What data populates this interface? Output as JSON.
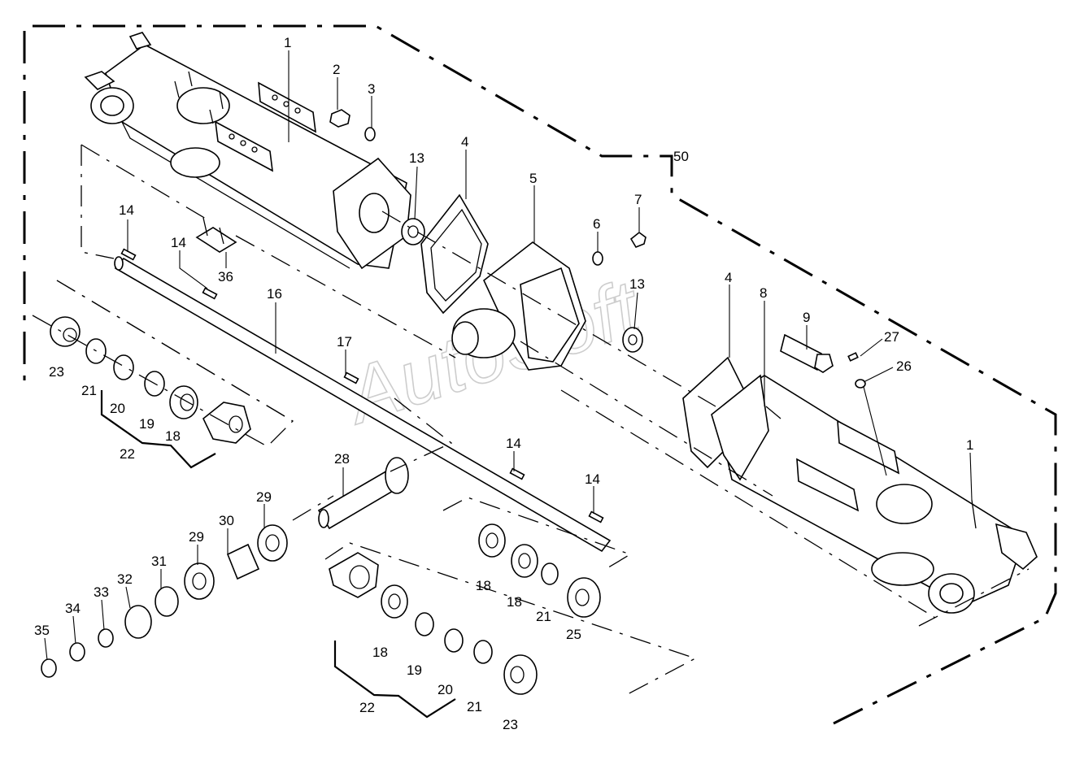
{
  "watermark": "AutoSoft",
  "callouts": [
    {
      "id": "c1a",
      "text": "1"
    },
    {
      "id": "c2",
      "text": "2"
    },
    {
      "id": "c3",
      "text": "3"
    },
    {
      "id": "c50",
      "text": "50"
    },
    {
      "id": "c13a",
      "text": "13"
    },
    {
      "id": "c4a",
      "text": "4"
    },
    {
      "id": "c5",
      "text": "5"
    },
    {
      "id": "c7",
      "text": "7"
    },
    {
      "id": "c6",
      "text": "6"
    },
    {
      "id": "c14a",
      "text": "14"
    },
    {
      "id": "c14b",
      "text": "14"
    },
    {
      "id": "c36",
      "text": "36"
    },
    {
      "id": "c16",
      "text": "16"
    },
    {
      "id": "c13b",
      "text": "13"
    },
    {
      "id": "c4b",
      "text": "4"
    },
    {
      "id": "c8",
      "text": "8"
    },
    {
      "id": "c9",
      "text": "9"
    },
    {
      "id": "c27",
      "text": "27"
    },
    {
      "id": "c26",
      "text": "26"
    },
    {
      "id": "c17",
      "text": "17"
    },
    {
      "id": "c23a",
      "text": "23"
    },
    {
      "id": "c21a",
      "text": "21"
    },
    {
      "id": "c20a",
      "text": "20"
    },
    {
      "id": "c19a",
      "text": "19"
    },
    {
      "id": "c18a",
      "text": "18"
    },
    {
      "id": "c22a",
      "text": "22"
    },
    {
      "id": "c1b",
      "text": "1"
    },
    {
      "id": "c14c",
      "text": "14"
    },
    {
      "id": "c14d",
      "text": "14"
    },
    {
      "id": "c28",
      "text": "28"
    },
    {
      "id": "c29a",
      "text": "29"
    },
    {
      "id": "c30",
      "text": "30"
    },
    {
      "id": "c29b",
      "text": "29"
    },
    {
      "id": "c31",
      "text": "31"
    },
    {
      "id": "c32",
      "text": "32"
    },
    {
      "id": "c33",
      "text": "33"
    },
    {
      "id": "c34",
      "text": "34"
    },
    {
      "id": "c35",
      "text": "35"
    },
    {
      "id": "c18b",
      "text": "18"
    },
    {
      "id": "c18c",
      "text": "18"
    },
    {
      "id": "c21b",
      "text": "21"
    },
    {
      "id": "c25",
      "text": "25"
    },
    {
      "id": "c18d",
      "text": "18"
    },
    {
      "id": "c19b",
      "text": "19"
    },
    {
      "id": "c20b",
      "text": "20"
    },
    {
      "id": "c21c",
      "text": "21"
    },
    {
      "id": "c23b",
      "text": "23"
    },
    {
      "id": "c22b",
      "text": "22"
    }
  ]
}
